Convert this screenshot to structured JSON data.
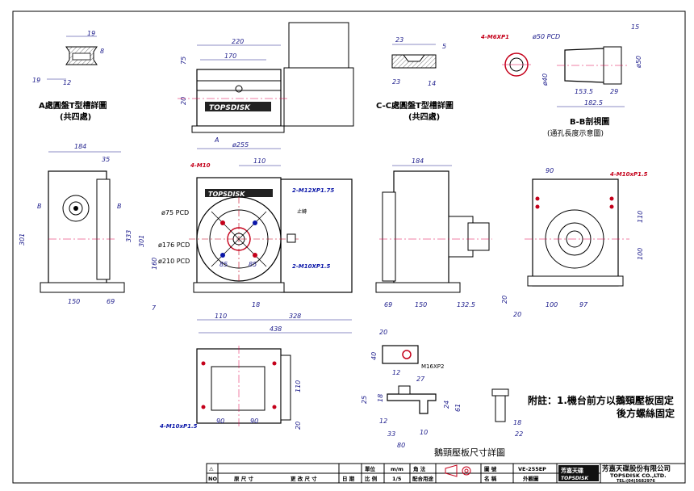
{
  "views": {
    "detail_a": {
      "title": "A處圓盤T型槽詳圖",
      "subtitle": "(共四處)",
      "dims": [
        "19",
        "8",
        "19",
        "12"
      ]
    },
    "detail_c": {
      "title": "C-C處圓盤T型槽詳圖",
      "subtitle": "(共四處)",
      "dims": [
        "23",
        "5",
        "23",
        "14"
      ]
    },
    "detail_b": {
      "title": "B-B剖視圖",
      "subtitle": "(通孔長度示意圖)",
      "thread": "4-M6XP1",
      "dims": [
        "ø50 PCD",
        "15",
        "ø50",
        "ø40",
        "153.5",
        "29",
        "182.5"
      ]
    },
    "top_view": {
      "dims": [
        "220",
        "170",
        "75",
        "20",
        "ø255"
      ],
      "marker": "A"
    },
    "left_view": {
      "dims": [
        "184",
        "35",
        "301",
        "150",
        "69"
      ],
      "section_mark": "B"
    },
    "front_view": {
      "labels": [
        "4-M10",
        "2-M12XP1.75",
        "ø75 PCD",
        "ø176 PCD",
        "ø210 PCD",
        "2-M10XP1.5",
        "85",
        "85",
        "止轉"
      ],
      "dims": [
        "110",
        "333",
        "301",
        "160",
        "7",
        "110",
        "18",
        "328",
        "438"
      ]
    },
    "right_view": {
      "dims": [
        "184",
        "69",
        "150",
        "132.5",
        "20"
      ]
    },
    "rear_view": {
      "thread": "4-M10xP1.5",
      "dims": [
        "90",
        "110",
        "100",
        "100",
        "97",
        "20"
      ]
    },
    "bottom_view": {
      "thread": "4-M10xP1.5",
      "dims": [
        "110",
        "90",
        "90",
        "20"
      ]
    },
    "clamp": {
      "title": "鵝頸壓板尺寸詳圖",
      "thread": "M16XP2",
      "dims": [
        "20",
        "40",
        "12",
        "27",
        "25",
        "18",
        "24",
        "61",
        "12",
        "33",
        "80",
        "10",
        "18",
        "22"
      ]
    },
    "note": {
      "line1": "附註：1.機台前方以鵝頸壓板固定",
      "line2": "後方螺絲固定"
    }
  },
  "title_block": {
    "headers": {
      "no": "NO",
      "mark": "⚠",
      "original_size": "原 尺 寸",
      "changed_size": "更 改 尺 寸",
      "date": "日 期",
      "unit": "單位",
      "unit_value": "m/m",
      "scale": "比 例",
      "scale_value": "1/5",
      "angle_method": "角 法",
      "fit_method": "配合用途",
      "drawing_no": "圖 號",
      "drawing_no_value": "VE-255EP",
      "name": "名 稱",
      "name_value": "外觀圖"
    },
    "company": {
      "logo_text": "芳嘉天碟",
      "logo_sub": "TOPSDISK",
      "name_cn": "芳嘉天碟股份有限公司",
      "name_en": "TOPSDISK CO.,LTD.",
      "tel": "TEL:(04)5682976"
    }
  },
  "colors": {
    "line": "#000000",
    "dimension": "#1d1d8c",
    "center_line": "#e0004c",
    "annotation_red": "#c4001a",
    "annotation_blue": "#0a16a8",
    "hatch": "#555555"
  }
}
